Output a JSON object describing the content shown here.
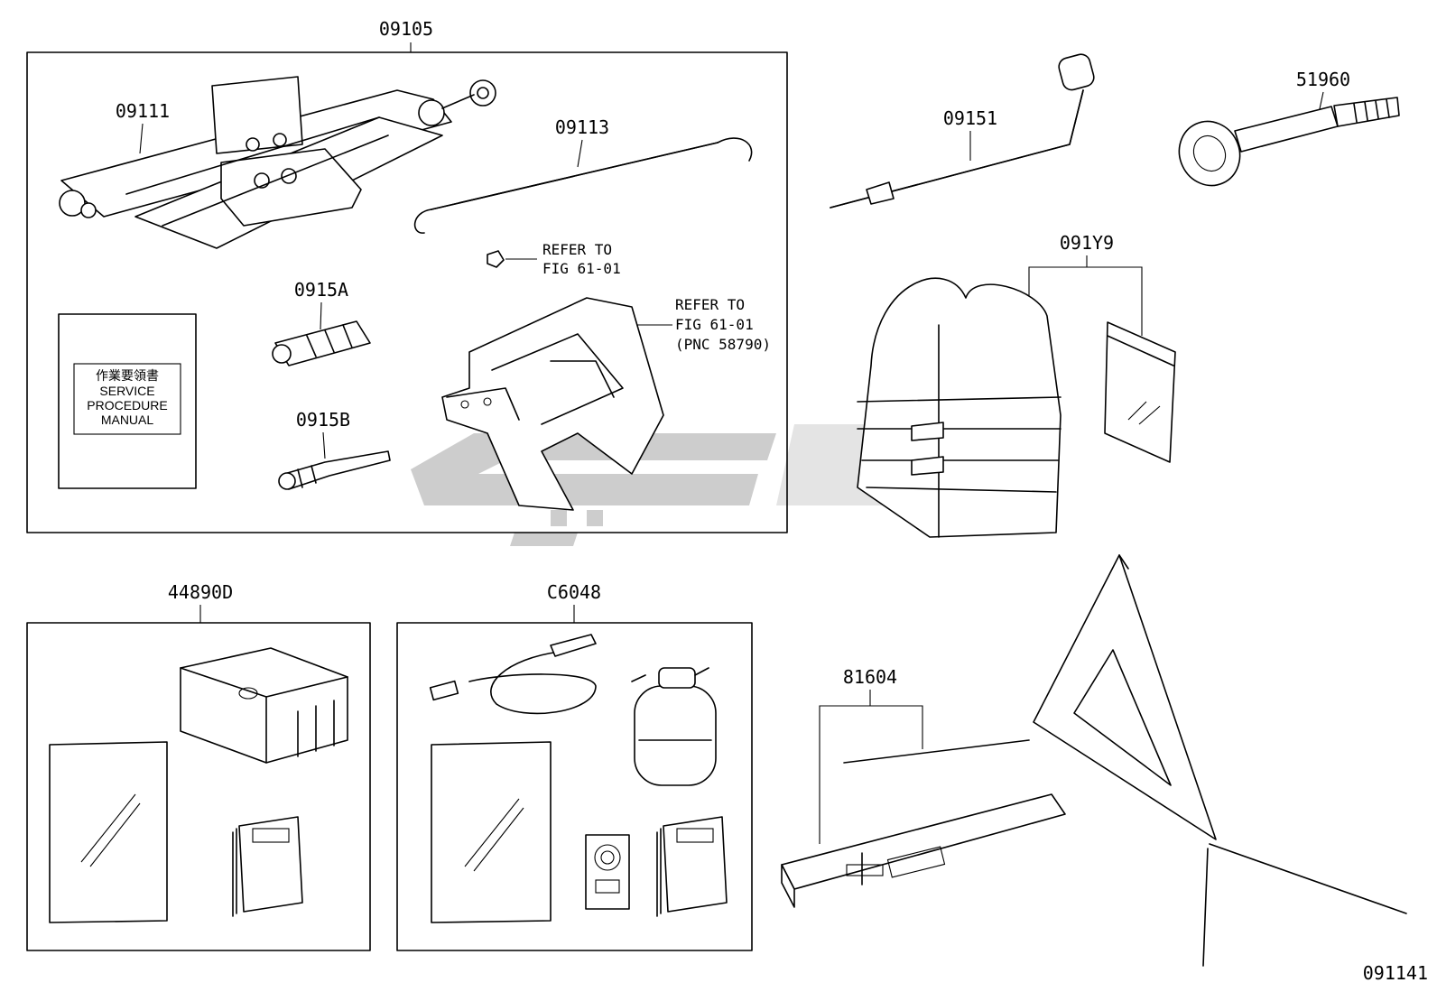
{
  "callouts": {
    "jack_set": "09105",
    "jack": "09111",
    "jack_handle": "09113",
    "part_0915a": "0915A",
    "part_0915b": "0915B",
    "wrench": "09151",
    "tow_eye": "51960",
    "vest": "091Y9",
    "compressor_kit": "44890D",
    "repair_kit": "C6048",
    "triangle": "81604"
  },
  "refer_1": {
    "line1": "REFER TO",
    "line2": "FIG 61-01"
  },
  "refer_2": {
    "line1": "REFER TO",
    "line2": "FIG 61-01",
    "line3": "(PNC 58790)"
  },
  "manual_label": {
    "jp": "作業要領書",
    "line1": "SERVICE",
    "line2": "PROCEDURE",
    "line3": "MANUAL"
  },
  "watermark_color": "#c8c8c8",
  "figure_id": "091141"
}
